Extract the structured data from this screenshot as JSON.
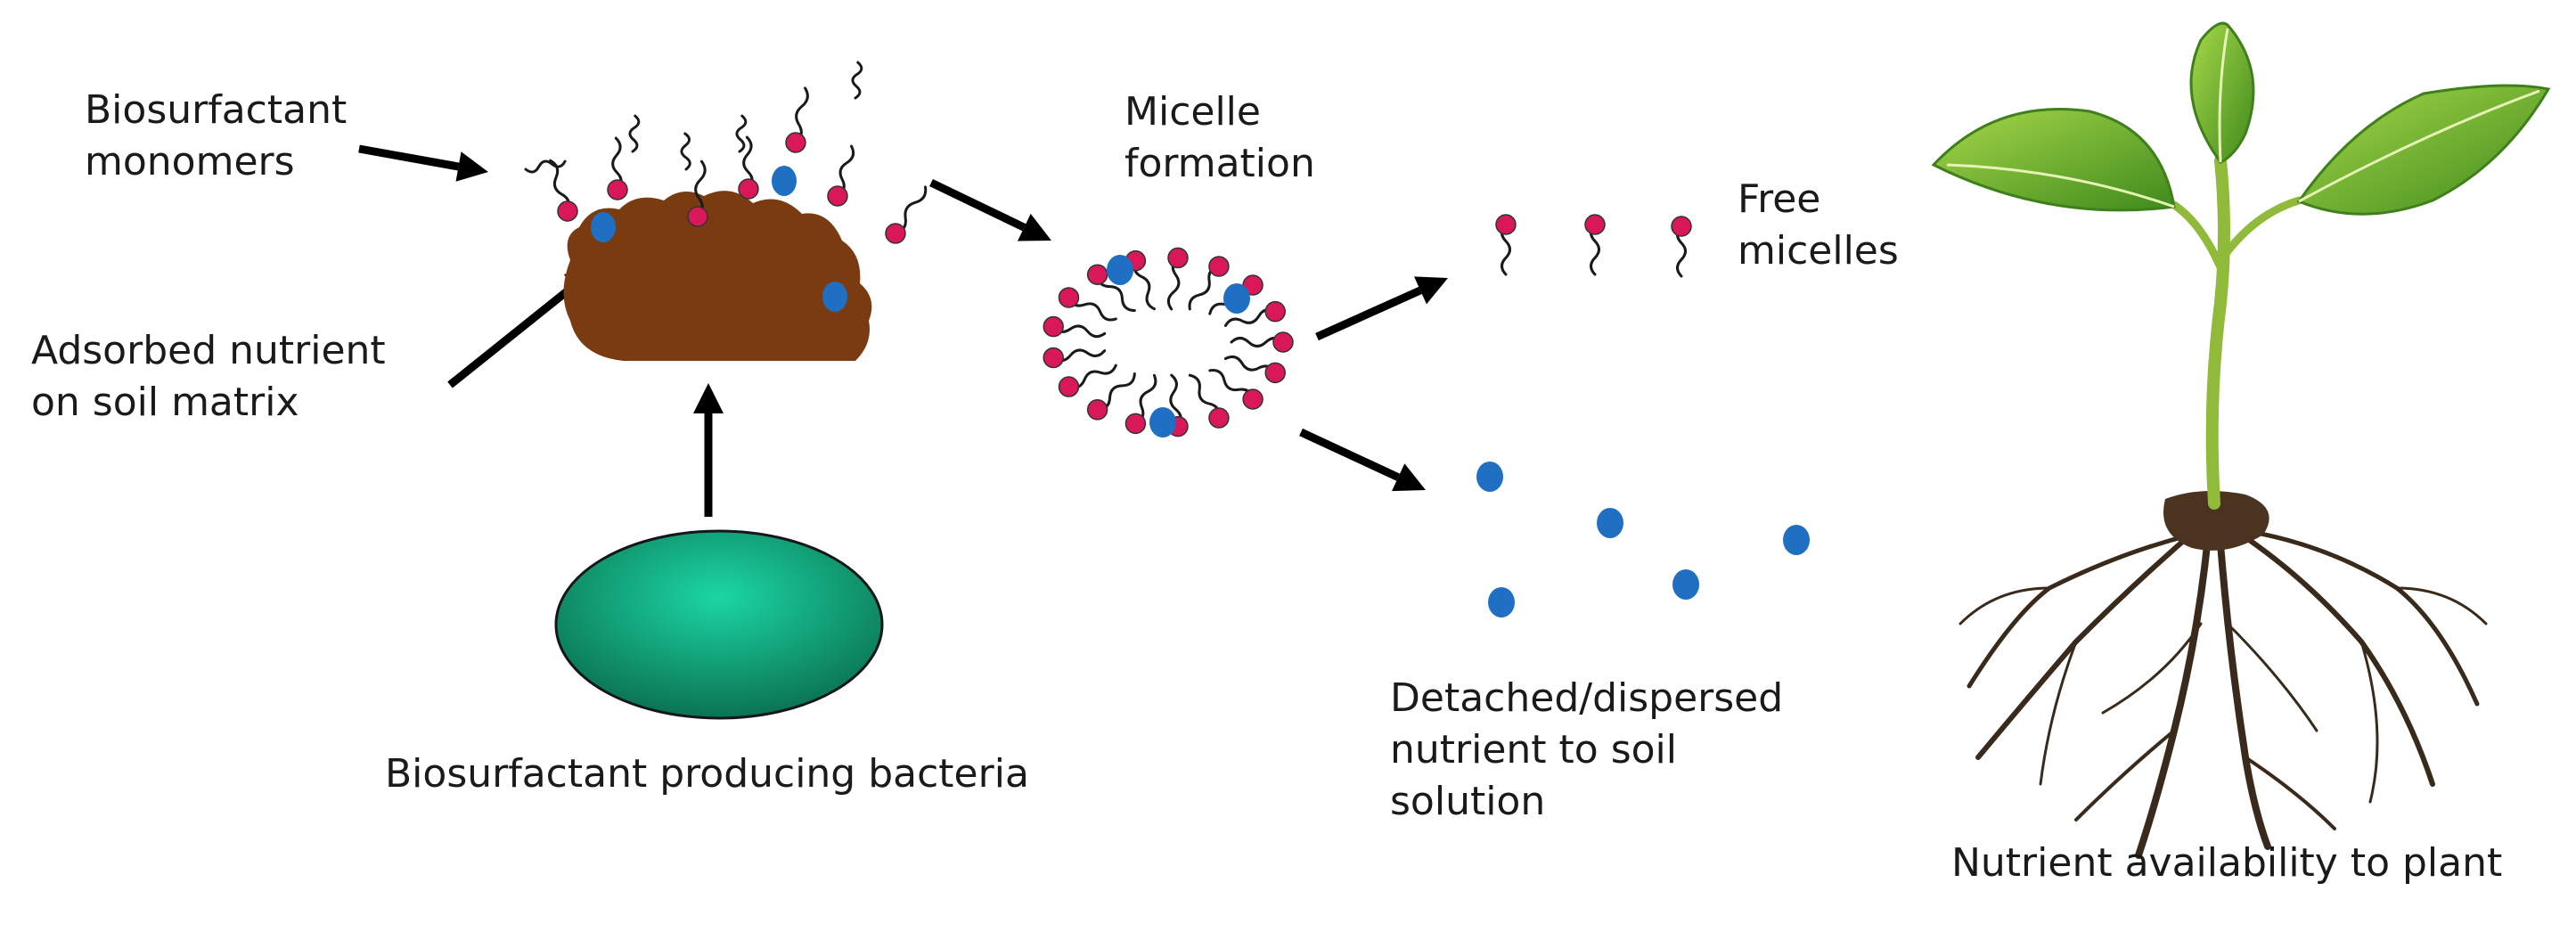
{
  "labels": {
    "biosurfactant_monomers": [
      "Biosurfactant",
      "monomers"
    ],
    "adsorbed_nutrient": [
      "Adsorbed nutrient",
      "on soil matrix"
    ],
    "producing_bacteria": "Biosurfactant producing bacteria",
    "micelle_formation": [
      "Micelle",
      "formation"
    ],
    "free_micelles": [
      "Free",
      "micelles"
    ],
    "detached_nutrient": [
      "Detached/dispersed",
      "nutrient to soil",
      "solution"
    ],
    "nutrient_availability": "Nutrient availability to plant"
  },
  "colors": {
    "soil": "#7a3b10",
    "nutrient": "#1f6fc2",
    "monomer_head": "#d9185a",
    "bacteria_light": "#1bd6a4",
    "bacteria_dark": "#0a6b4b",
    "arrow": "#000000",
    "leaf": "#6fae28",
    "stem": "#8fba3a",
    "root": "#3a2a1c"
  }
}
